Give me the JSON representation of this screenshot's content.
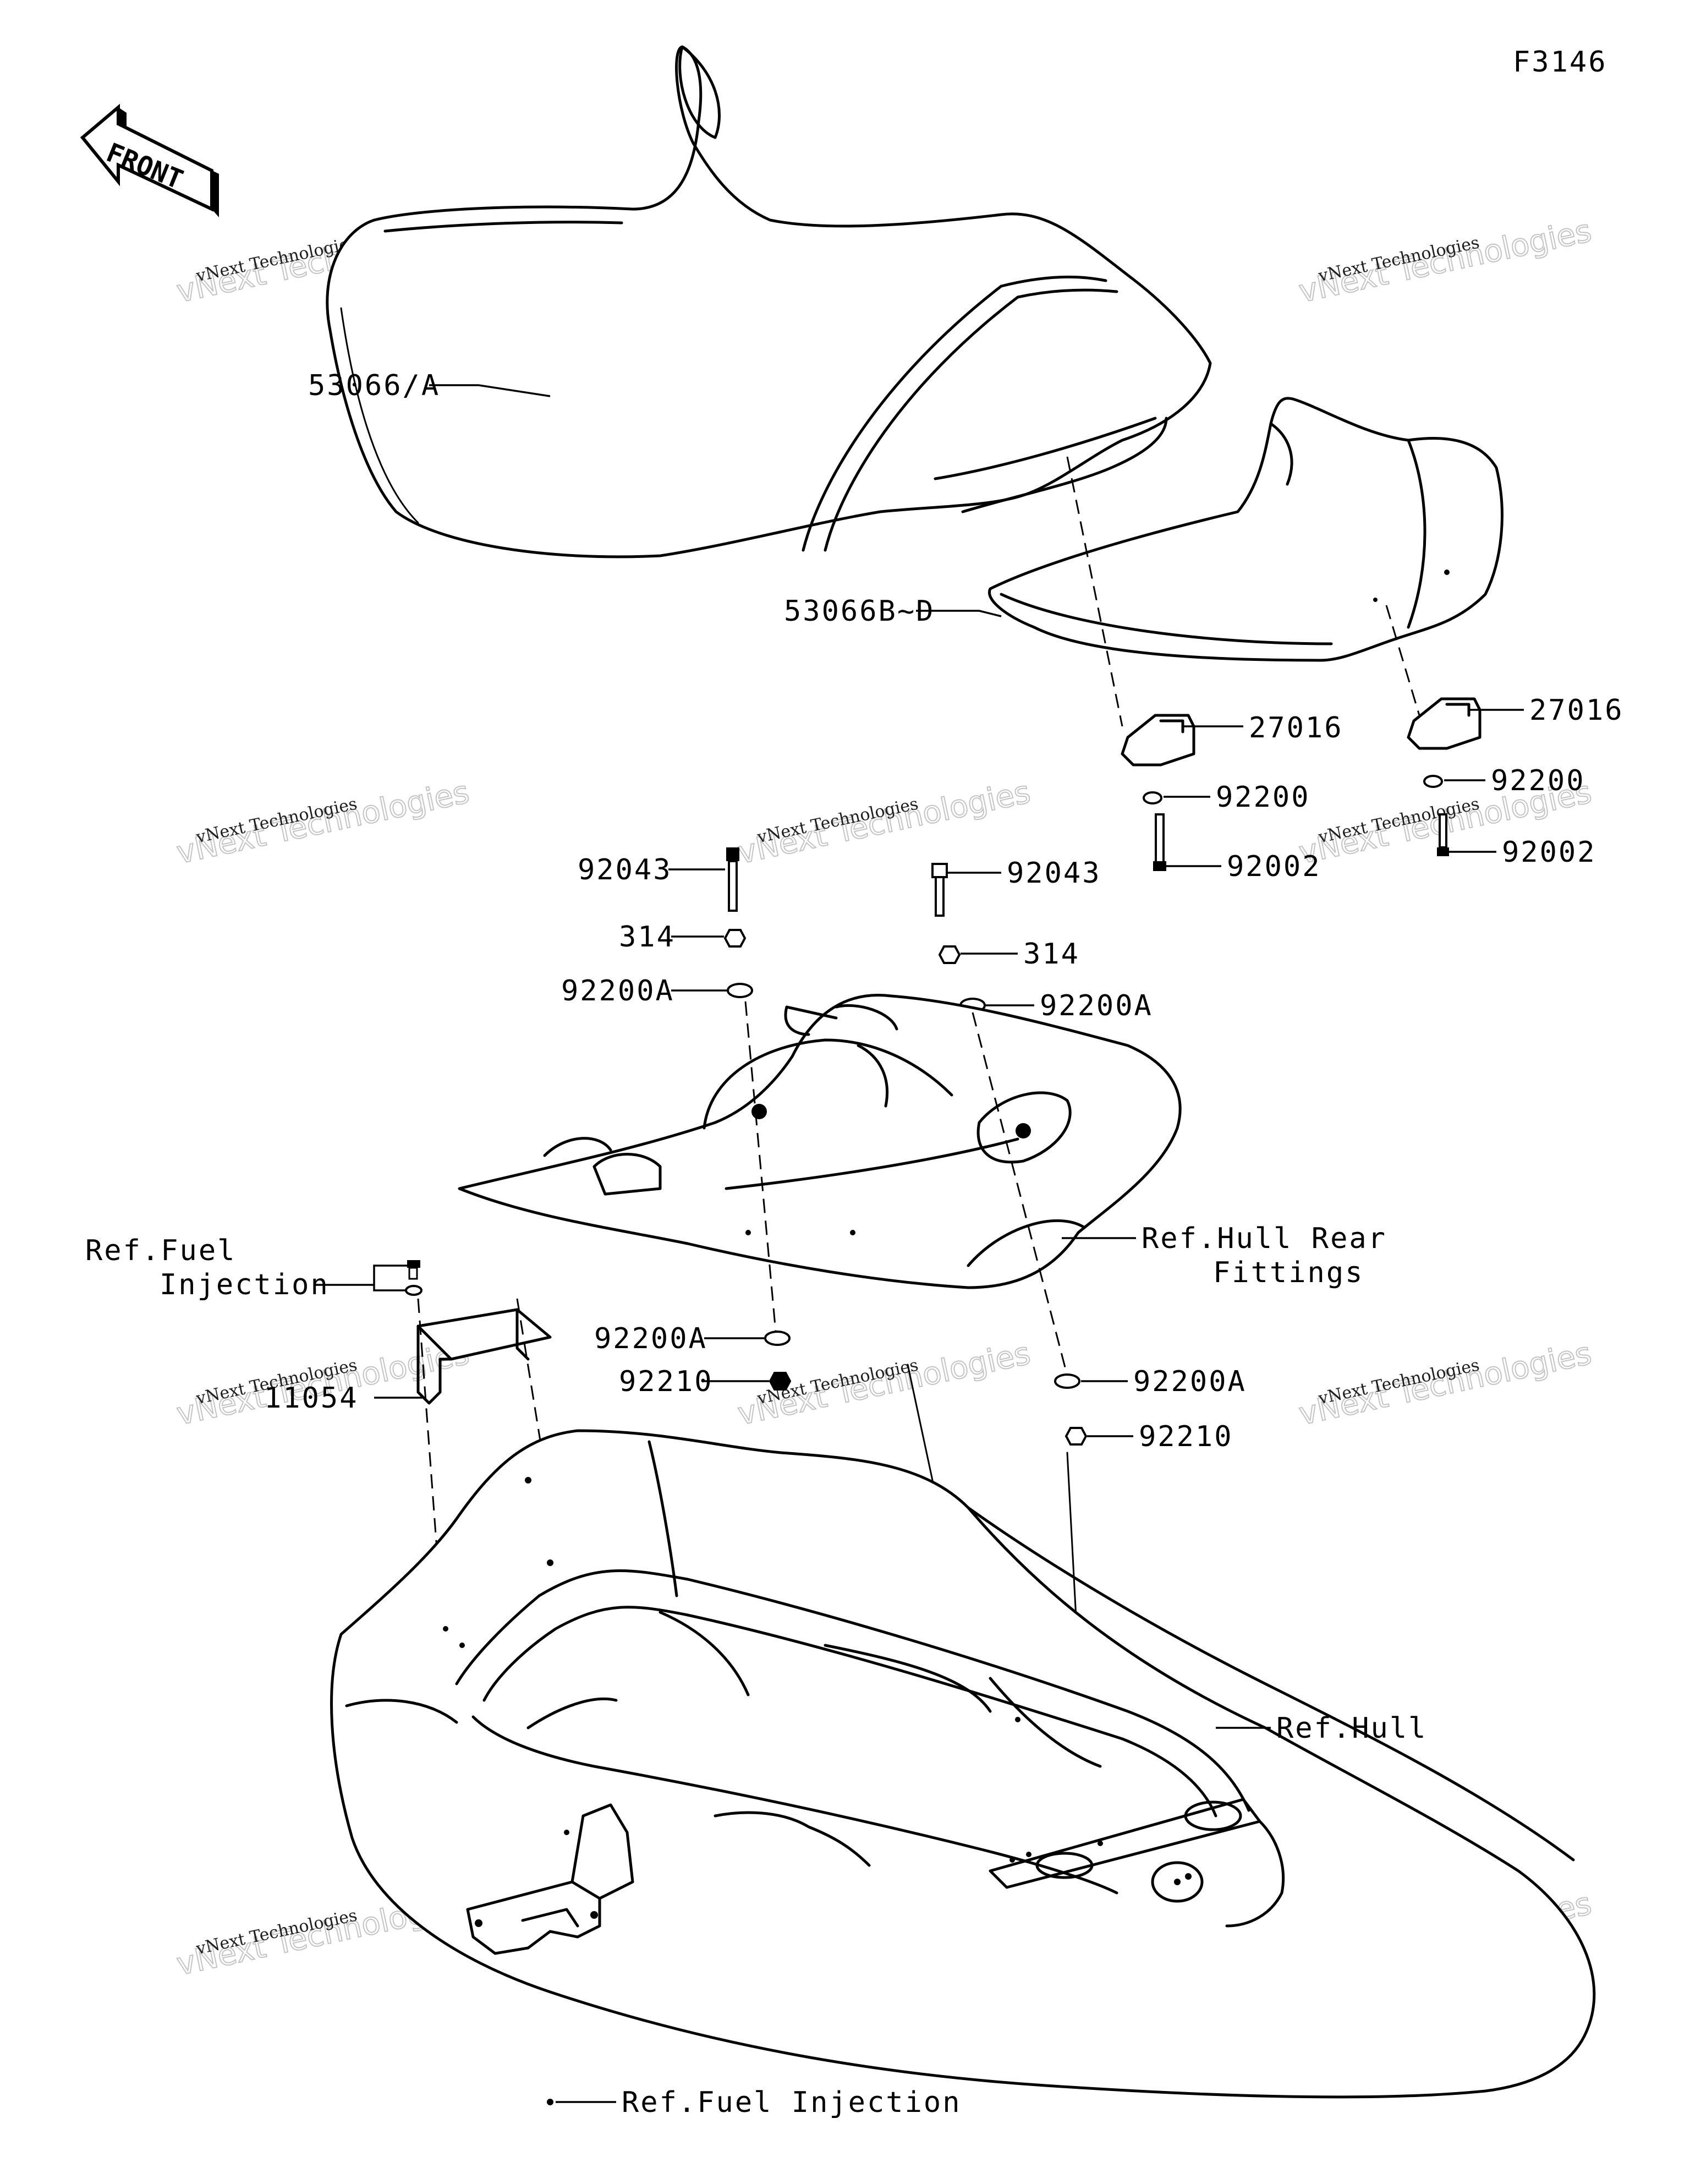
{
  "diagram_code": "F3146",
  "direction_label": "FRONT",
  "watermark": {
    "line1": "vNext Technologies",
    "line2": "vNext Technologies"
  },
  "labels": {
    "seat_front": "53066/A",
    "seat_rear": "53066B~D",
    "stopper_left": "27016",
    "stopper_right": "27016",
    "washer_left": "92200",
    "washer_right": "92200",
    "bolt_left": "92002",
    "bolt_right": "92002",
    "stud_left": "92043",
    "stud_right": "92043",
    "nut_left": "314",
    "nut_right": "314",
    "washer_a_upper_left": "92200A",
    "washer_a_upper_right": "92200A",
    "washer_a_lower_left": "92200A",
    "washer_a_lower_right": "92200A",
    "nut_lower_left": "92210",
    "nut_lower_right": "92210",
    "bracket": "11054",
    "ref_fuel_injection_top_line1": "Ref.Fuel",
    "ref_fuel_injection_top_line2": "Injection",
    "ref_hull_rear_line1": "Ref.Hull Rear",
    "ref_hull_rear_line2": "Fittings",
    "ref_hull": "Ref.Hull",
    "ref_fuel_injection_bottom": "Ref.Fuel Injection"
  }
}
